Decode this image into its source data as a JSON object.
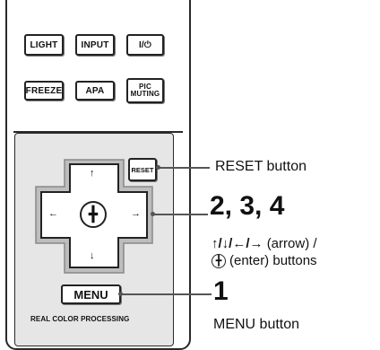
{
  "remote": {
    "buttons_row1": [
      "LIGHT",
      "INPUT",
      "I/⏻"
    ],
    "buttons_row2": [
      "FREEZE",
      "APA",
      "PIC MUTING"
    ],
    "reset_label": "RESET",
    "menu_label": "MENU",
    "footer_text": "REAL COLOR PROCESSING"
  },
  "icons": [
    "arrow-up-icon",
    "arrow-down-icon",
    "arrow-left-icon",
    "arrow-right-icon",
    "enter-icon"
  ],
  "callouts": {
    "reset": "RESET button",
    "steps": "2, 3, 4",
    "arrows_line1_suffix": "(arrow) /",
    "arrows_line2_suffix": "(enter) buttons",
    "menu_step": "1",
    "menu": "MENU button"
  },
  "colors": {
    "panel": "#e6e6e6",
    "dpad_highlight": "#bdbdbd",
    "leader": "#555555"
  }
}
